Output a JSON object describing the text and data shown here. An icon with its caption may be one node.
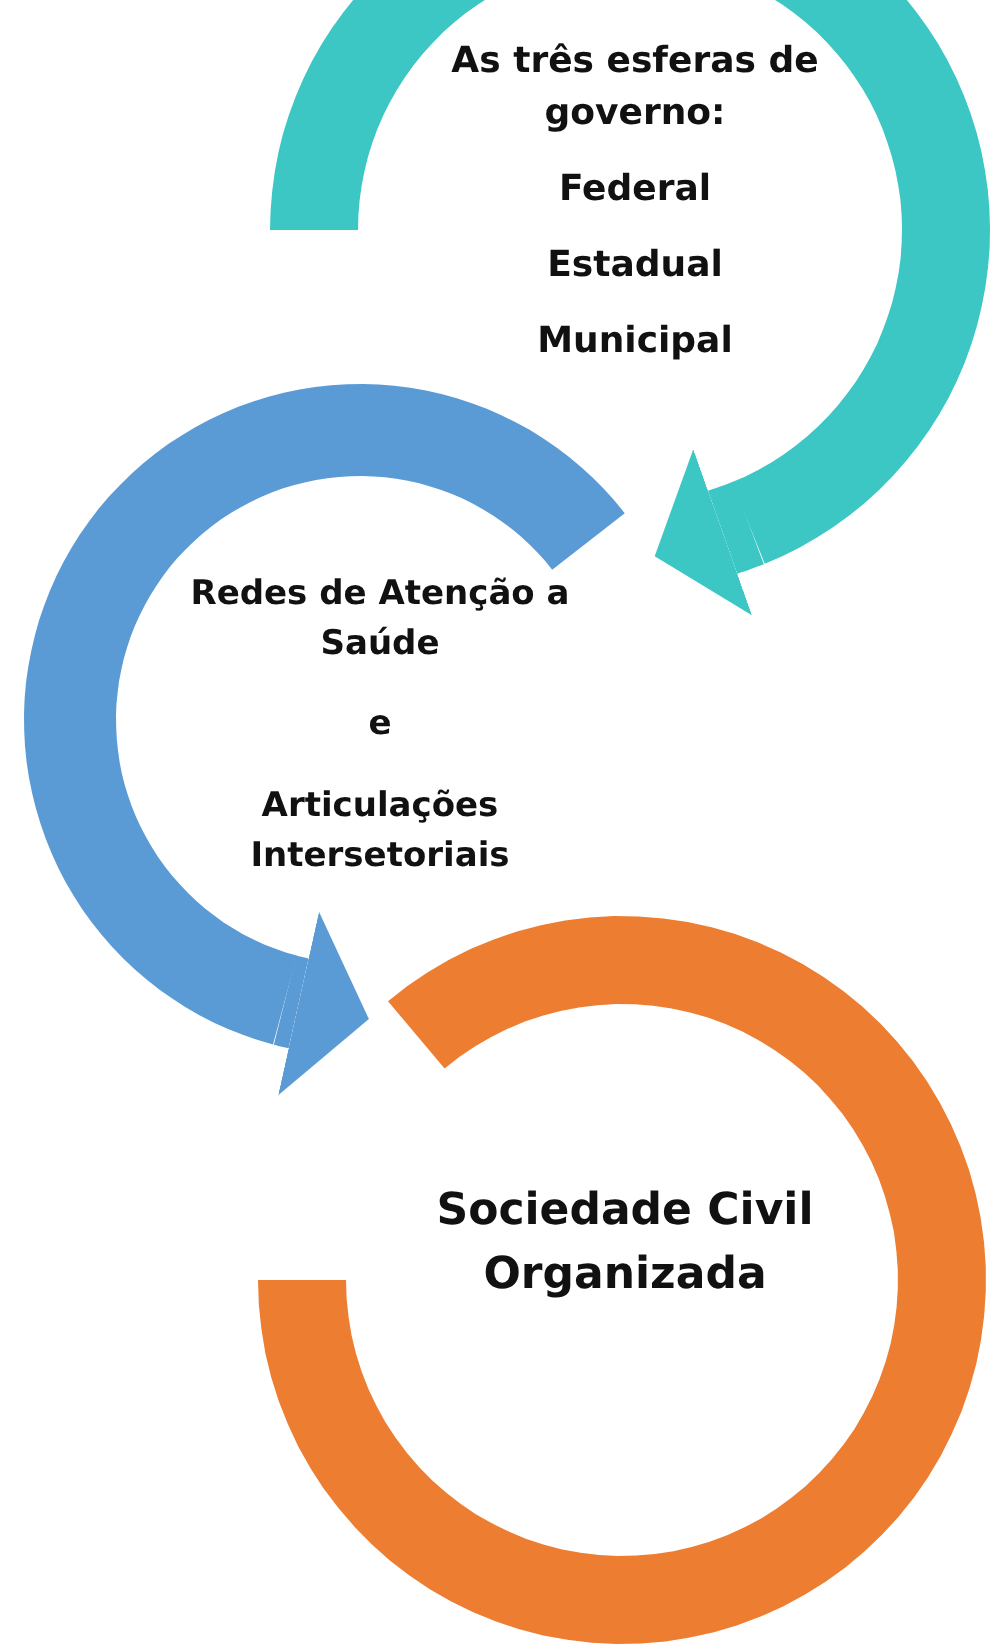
{
  "diagram": {
    "nodes": [
      {
        "text": [
          "As três esferas de governo:",
          "Federal",
          "Estadual",
          "Municipal"
        ]
      },
      {
        "text": [
          "Redes de Atenção a Saúde",
          "e",
          "Articulações Intersetoriais"
        ]
      },
      {
        "text": [
          "Sociedade Civil Organizada"
        ]
      }
    ],
    "edges": [
      {
        "from": 0,
        "to": 1,
        "arrow": "to"
      },
      {
        "from": 1,
        "to": 2,
        "arrow": "to"
      }
    ]
  }
}
